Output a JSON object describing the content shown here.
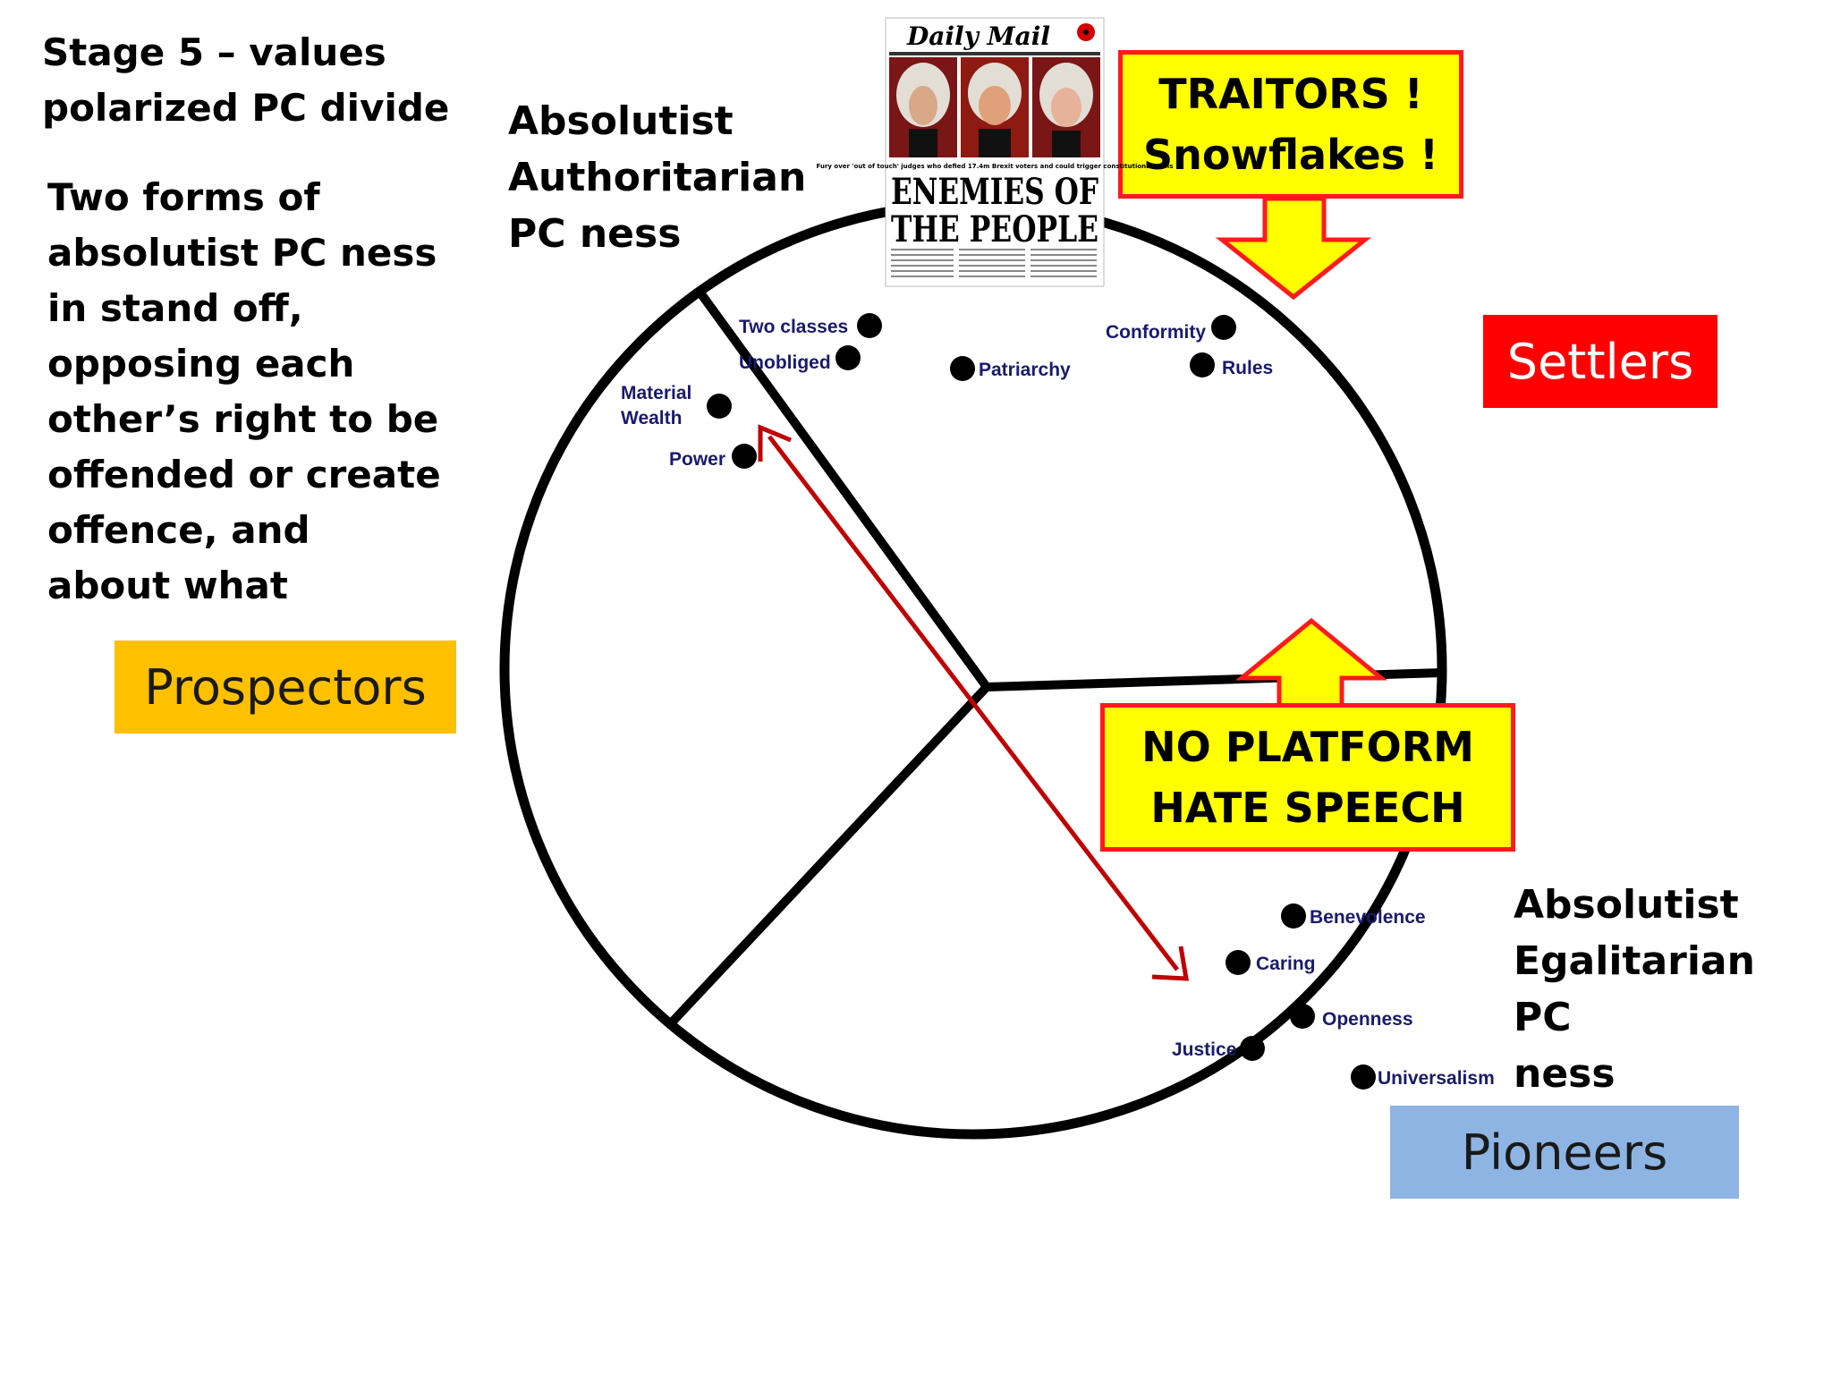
{
  "title": "Stage 5 – values\npolarized PC divide",
  "description": "Two forms of\nabsolutist PC ness\nin stand off,\nopposing each\nother’s right to be\noffended or create\noffence, and\nabout what",
  "labels": {
    "authoritarian": "Absolutist\nAuthoritarian\nPC ness",
    "egalitarian": "Absolutist\nEgalitarian PC\nness"
  },
  "groups": {
    "settlers": "Settlers",
    "prospectors": "Prospectors",
    "pioneers": "Pioneers"
  },
  "callouts": {
    "traitors": "TRAITORS !\nSnowflakes !",
    "no_platform": "NO PLATFORM\nHATE SPEECH"
  },
  "newspaper": {
    "masthead": "Daily Mail",
    "strap": "Fury over 'out of touch' judges who defied 17.4m Brexit voters and could trigger constitutional crisis",
    "headline_line1": "ENEMIES OF",
    "headline_line2": "THE PEOPLE"
  },
  "values": {
    "two_classes": "Two classes",
    "unobliged": "Unobliged",
    "material_wealth_1": "Material",
    "material_wealth_2": "Wealth",
    "power": "Power",
    "patriarchy": "Patriarchy",
    "conformity": "Conformity",
    "rules": "Rules",
    "benevolence": "Benevolence",
    "caring": "Caring",
    "openness": "Openness",
    "justice": "Justice",
    "universalism": "Universalism"
  },
  "colors": {
    "settlers_bg": "#ff0000",
    "prospectors_bg": "#ffc000",
    "pioneers_bg": "#8db4e2",
    "callout_fill": "#ffff00",
    "callout_border": "#ff1a1a",
    "arrow": "#c00000"
  }
}
